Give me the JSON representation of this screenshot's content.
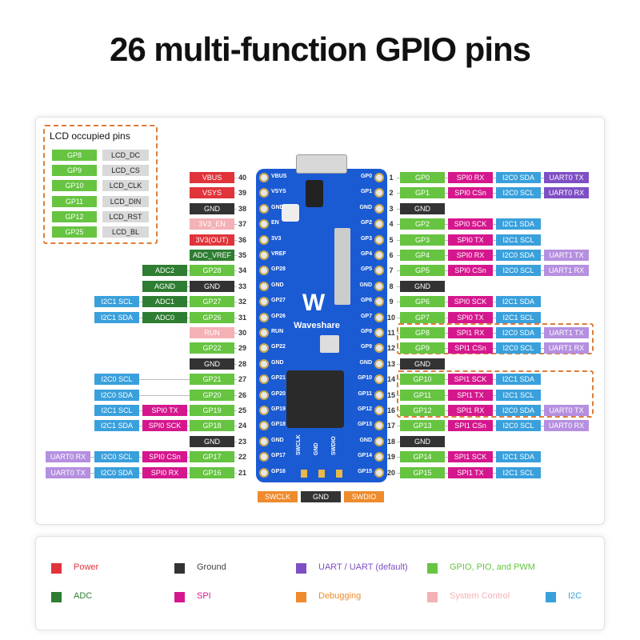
{
  "title": "26 multi-function GPIO pins",
  "colors": {
    "power": "#e0343a",
    "ground": "#333333",
    "uart": "#7e4fc4",
    "uart_light": "#b58fe0",
    "gpio": "#66c441",
    "adc": "#2e7d32",
    "spi": "#d5178e",
    "debug": "#ee8b2d",
    "system": "#f4b1b6",
    "i2c": "#39a0dc",
    "lcd": "#d9d9d9",
    "board": "#1a5bd4"
  },
  "lcd_box": {
    "title": "LCD occupied pins",
    "rows": [
      {
        "gp": "GP8",
        "fn": "LCD_DC"
      },
      {
        "gp": "GP9",
        "fn": "LCD_CS"
      },
      {
        "gp": "GP10",
        "fn": "LCD_CLK"
      },
      {
        "gp": "GP11",
        "fn": "LCD_DIN"
      },
      {
        "gp": "GP12",
        "fn": "LCD_RST"
      },
      {
        "gp": "GP25",
        "fn": "LCD_BL"
      }
    ]
  },
  "left_pins": [
    {
      "num": "40",
      "silk": "VBUS",
      "labels": [
        {
          "t": "VBUS",
          "c": "power"
        }
      ]
    },
    {
      "num": "39",
      "silk": "VSYS",
      "labels": [
        {
          "t": "VSYS",
          "c": "power"
        }
      ]
    },
    {
      "num": "38",
      "silk": "GND",
      "labels": [
        {
          "t": "GND",
          "c": "ground"
        }
      ]
    },
    {
      "num": "37",
      "silk": "EN",
      "labels": [
        {
          "t": "3V3_EN",
          "c": "system"
        }
      ]
    },
    {
      "num": "36",
      "silk": "3V3",
      "labels": [
        {
          "t": "3V3(OUT)",
          "c": "power"
        }
      ]
    },
    {
      "num": "35",
      "silk": "VREF",
      "labels": [
        {
          "t": "ADC_VREF",
          "c": "adc"
        }
      ]
    },
    {
      "num": "34",
      "silk": "GP28",
      "labels": [
        {
          "t": "GP28",
          "c": "gpio"
        },
        {
          "t": "ADC2",
          "c": "adc"
        }
      ]
    },
    {
      "num": "33",
      "silk": "GND",
      "labels": [
        {
          "t": "GND",
          "c": "ground"
        },
        {
          "t": "AGND",
          "c": "adc"
        }
      ]
    },
    {
      "num": "32",
      "silk": "GP27",
      "labels": [
        {
          "t": "GP27",
          "c": "gpio"
        },
        {
          "t": "ADC1",
          "c": "adc"
        },
        {
          "t": "I2C1 SCL",
          "c": "i2c"
        }
      ]
    },
    {
      "num": "31",
      "silk": "GP26",
      "labels": [
        {
          "t": "GP26",
          "c": "gpio"
        },
        {
          "t": "ADC0",
          "c": "adc"
        },
        {
          "t": "I2C1 SDA",
          "c": "i2c"
        }
      ]
    },
    {
      "num": "30",
      "silk": "RUN",
      "labels": [
        {
          "t": "RUN",
          "c": "system"
        }
      ]
    },
    {
      "num": "29",
      "silk": "GP22",
      "labels": [
        {
          "t": "GP22",
          "c": "gpio"
        }
      ]
    },
    {
      "num": "28",
      "silk": "GND",
      "labels": [
        {
          "t": "GND",
          "c": "ground"
        }
      ]
    },
    {
      "num": "27",
      "silk": "GP21",
      "labels": [
        {
          "t": "GP21",
          "c": "gpio"
        },
        {
          "t": "",
          "c": ""
        },
        {
          "t": "I2C0 SCL",
          "c": "i2c"
        }
      ]
    },
    {
      "num": "26",
      "silk": "GP20",
      "labels": [
        {
          "t": "GP20",
          "c": "gpio"
        },
        {
          "t": "",
          "c": ""
        },
        {
          "t": "I2C0 SDA",
          "c": "i2c"
        }
      ]
    },
    {
      "num": "25",
      "silk": "GP19",
      "labels": [
        {
          "t": "GP19",
          "c": "gpio"
        },
        {
          "t": "SPI0 TX",
          "c": "spi"
        },
        {
          "t": "I2C1 SCL",
          "c": "i2c"
        }
      ]
    },
    {
      "num": "24",
      "silk": "GP18",
      "labels": [
        {
          "t": "GP18",
          "c": "gpio"
        },
        {
          "t": "SPI0 SCK",
          "c": "spi"
        },
        {
          "t": "I2C1 SDA",
          "c": "i2c"
        }
      ]
    },
    {
      "num": "23",
      "silk": "GND",
      "labels": [
        {
          "t": "GND",
          "c": "ground"
        }
      ]
    },
    {
      "num": "22",
      "silk": "GP17",
      "labels": [
        {
          "t": "GP17",
          "c": "gpio"
        },
        {
          "t": "SPI0 CSn",
          "c": "spi"
        },
        {
          "t": "I2C0 SCL",
          "c": "i2c"
        },
        {
          "t": "UART0 RX",
          "c": "uart_light"
        }
      ]
    },
    {
      "num": "21",
      "silk": "GP16",
      "labels": [
        {
          "t": "GP16",
          "c": "gpio"
        },
        {
          "t": "SPI0 RX",
          "c": "spi"
        },
        {
          "t": "I2C0 SDA",
          "c": "i2c"
        },
        {
          "t": "UART0 TX",
          "c": "uart_light"
        }
      ]
    }
  ],
  "right_pins": [
    {
      "num": "1",
      "silk": "GP0",
      "labels": [
        {
          "t": "GP0",
          "c": "gpio"
        },
        {
          "t": "SPI0 RX",
          "c": "spi"
        },
        {
          "t": "I2C0 SDA",
          "c": "i2c"
        },
        {
          "t": "UART0 TX",
          "c": "uart"
        }
      ]
    },
    {
      "num": "2",
      "silk": "GP1",
      "labels": [
        {
          "t": "GP1",
          "c": "gpio"
        },
        {
          "t": "SPI0 CSn",
          "c": "spi"
        },
        {
          "t": "I2C0 SCL",
          "c": "i2c"
        },
        {
          "t": "UART0 RX",
          "c": "uart"
        }
      ]
    },
    {
      "num": "3",
      "silk": "GND",
      "labels": [
        {
          "t": "GND",
          "c": "ground"
        }
      ]
    },
    {
      "num": "4",
      "silk": "GP2",
      "labels": [
        {
          "t": "GP2",
          "c": "gpio"
        },
        {
          "t": "SPI0 SCK",
          "c": "spi"
        },
        {
          "t": "I2C1 SDA",
          "c": "i2c"
        }
      ]
    },
    {
      "num": "5",
      "silk": "GP3",
      "labels": [
        {
          "t": "GP3",
          "c": "gpio"
        },
        {
          "t": "SPI0 TX",
          "c": "spi"
        },
        {
          "t": "I2C1 SCL",
          "c": "i2c"
        }
      ]
    },
    {
      "num": "6",
      "silk": "GP4",
      "labels": [
        {
          "t": "GP4",
          "c": "gpio"
        },
        {
          "t": "SPI0 RX",
          "c": "spi"
        },
        {
          "t": "I2C0 SDA",
          "c": "i2c"
        },
        {
          "t": "UART1 TX",
          "c": "uart_light"
        }
      ]
    },
    {
      "num": "7",
      "silk": "GP5",
      "labels": [
        {
          "t": "GP5",
          "c": "gpio"
        },
        {
          "t": "SPI0 CSn",
          "c": "spi"
        },
        {
          "t": "I2C0 SCL",
          "c": "i2c"
        },
        {
          "t": "UART1 RX",
          "c": "uart_light"
        }
      ]
    },
    {
      "num": "8",
      "silk": "GND",
      "labels": [
        {
          "t": "GND",
          "c": "ground"
        }
      ]
    },
    {
      "num": "9",
      "silk": "GP6",
      "labels": [
        {
          "t": "GP6",
          "c": "gpio"
        },
        {
          "t": "SPI0 SCK",
          "c": "spi"
        },
        {
          "t": "I2C1 SDA",
          "c": "i2c"
        }
      ]
    },
    {
      "num": "10",
      "silk": "GP7",
      "labels": [
        {
          "t": "GP7",
          "c": "gpio"
        },
        {
          "t": "SPI0 TX",
          "c": "spi"
        },
        {
          "t": "I2C1 SCL",
          "c": "i2c"
        }
      ]
    },
    {
      "num": "11",
      "silk": "GP8",
      "labels": [
        {
          "t": "GP8",
          "c": "gpio"
        },
        {
          "t": "SPI1 RX",
          "c": "spi"
        },
        {
          "t": "I2C0 SDA",
          "c": "i2c"
        },
        {
          "t": "UART1 TX",
          "c": "uart_light"
        }
      ]
    },
    {
      "num": "12",
      "silk": "GP9",
      "labels": [
        {
          "t": "GP9",
          "c": "gpio"
        },
        {
          "t": "SPI1 CSn",
          "c": "spi"
        },
        {
          "t": "I2C0 SCL",
          "c": "i2c"
        },
        {
          "t": "UART1 RX",
          "c": "uart_light"
        }
      ]
    },
    {
      "num": "13",
      "silk": "GND",
      "labels": [
        {
          "t": "GND",
          "c": "ground"
        }
      ]
    },
    {
      "num": "14",
      "silk": "GP10",
      "labels": [
        {
          "t": "GP10",
          "c": "gpio"
        },
        {
          "t": "SPI1 SCK",
          "c": "spi"
        },
        {
          "t": "I2C1 SDA",
          "c": "i2c"
        }
      ]
    },
    {
      "num": "15",
      "silk": "GP11",
      "labels": [
        {
          "t": "GP11",
          "c": "gpio"
        },
        {
          "t": "SPI1 TX",
          "c": "spi"
        },
        {
          "t": "I2C1 SCL",
          "c": "i2c"
        }
      ]
    },
    {
      "num": "16",
      "silk": "GP12",
      "labels": [
        {
          "t": "GP12",
          "c": "gpio"
        },
        {
          "t": "SPI1 RX",
          "c": "spi"
        },
        {
          "t": "I2C0 SDA",
          "c": "i2c"
        },
        {
          "t": "UART0 TX",
          "c": "uart_light"
        }
      ]
    },
    {
      "num": "17",
      "silk": "GP13",
      "labels": [
        {
          "t": "GP13",
          "c": "gpio"
        },
        {
          "t": "SPI1 CSn",
          "c": "spi"
        },
        {
          "t": "I2C0 SCL",
          "c": "i2c"
        },
        {
          "t": "UART0 RX",
          "c": "uart_light"
        }
      ]
    },
    {
      "num": "18",
      "silk": "GND",
      "labels": [
        {
          "t": "GND",
          "c": "ground"
        }
      ]
    },
    {
      "num": "19",
      "silk": "GP14",
      "labels": [
        {
          "t": "GP14",
          "c": "gpio"
        },
        {
          "t": "SPI1 SCK",
          "c": "spi"
        },
        {
          "t": "I2C1 SDA",
          "c": "i2c"
        }
      ]
    },
    {
      "num": "20",
      "silk": "GP15",
      "labels": [
        {
          "t": "GP15",
          "c": "gpio"
        },
        {
          "t": "SPI1 TX",
          "c": "spi"
        },
        {
          "t": "I2C1 SCL",
          "c": "i2c"
        }
      ]
    }
  ],
  "board": {
    "brand": "Waveshare",
    "logo": "W",
    "bottom_silk": [
      "SWCLK",
      "GND",
      "SWDIO"
    ]
  },
  "debug_labels": [
    {
      "t": "SWCLK",
      "c": "debug"
    },
    {
      "t": "GND",
      "c": "ground"
    },
    {
      "t": "SWDIO",
      "c": "debug"
    }
  ],
  "legend": [
    {
      "c": "power",
      "t": "Power",
      "tc": "#e0343a"
    },
    {
      "c": "ground",
      "t": "Ground",
      "tc": "#444444"
    },
    {
      "c": "uart",
      "t": "UART / UART (default)",
      "tc": "#7e4fc4"
    },
    {
      "c": "gpio",
      "t": "GPIO, PIO, and PWM",
      "tc": "#66c441"
    },
    {
      "c": "adc",
      "t": "ADC",
      "tc": "#2e7d32"
    },
    {
      "c": "spi",
      "t": "SPI",
      "tc": "#d5178e"
    },
    {
      "c": "debug",
      "t": "Debugging",
      "tc": "#ee8b2d"
    },
    {
      "c": "system",
      "t": "System Control",
      "tc": "#f4b1b6"
    },
    {
      "c": "i2c",
      "t": "I2C",
      "tc": "#39a0dc"
    }
  ]
}
